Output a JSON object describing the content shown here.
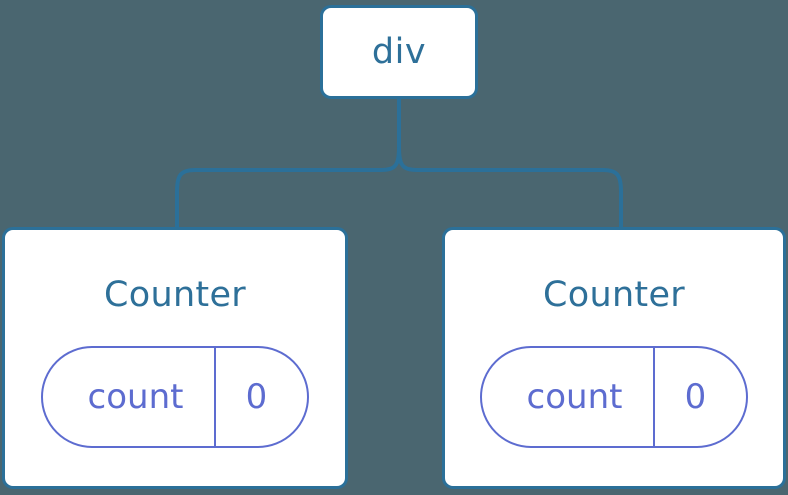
{
  "diagram": {
    "type": "component-tree",
    "background_color": "#4a6670",
    "node_border_color": "#2b7099",
    "node_text_color": "#2e7099",
    "pill_color": "#5d6cd0",
    "connector_color": "#2b7099",
    "root": {
      "label": "div"
    },
    "children": [
      {
        "title": "Counter",
        "state": {
          "key": "count",
          "value": "0"
        }
      },
      {
        "title": "Counter",
        "state": {
          "key": "count",
          "value": "0"
        }
      }
    ]
  }
}
